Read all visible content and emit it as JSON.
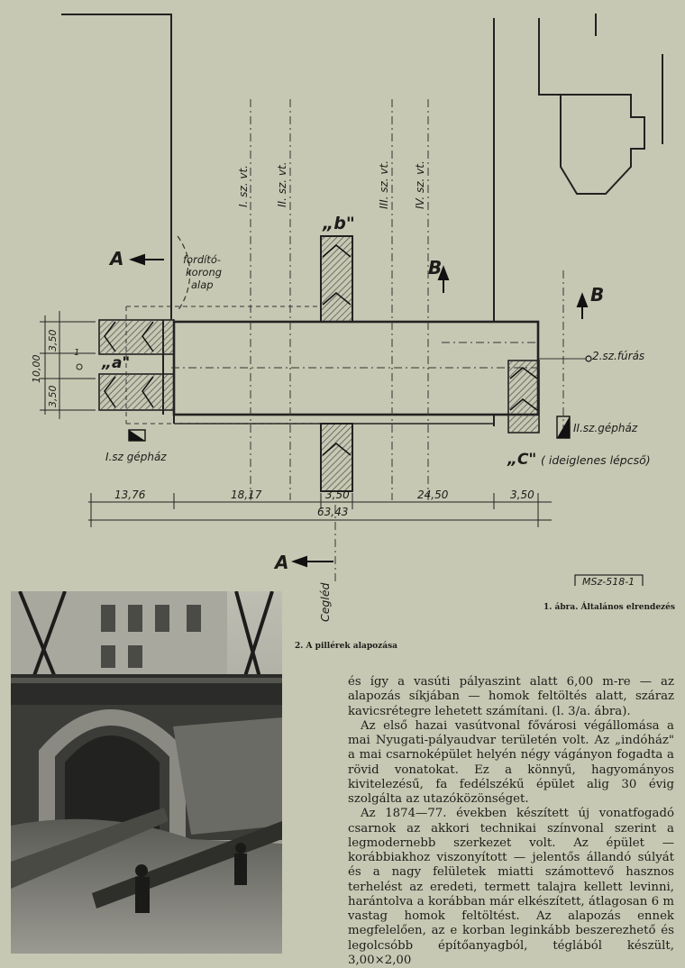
{
  "plan": {
    "track_labels": [
      "I. sz. vt.",
      "II. sz. vt.",
      "III. sz. vt.",
      "IV. sz. vt."
    ],
    "section_a": "A",
    "section_b": "B",
    "turntable_label": [
      "fordító-",
      "korong",
      "alap"
    ],
    "label_a": "„a\"",
    "label_b": "„b\"",
    "label_c": "„C\"",
    "label_c_note": "( ideiglenes lépcső)",
    "boring_label": "2.sz.fúrás",
    "engine_house_1": "I.sz gépház",
    "engine_house_2": "II.sz.gépház",
    "vertical_dims": [
      "3,50",
      "10,00",
      "3,50"
    ],
    "axis_marker": "1",
    "dims": [
      "13,76",
      "18,17",
      "3,50",
      "24,50",
      "3,50"
    ],
    "total_dim": "63,43",
    "direction": "Cegléd",
    "standard_ref": "MSz-518-1",
    "colors": {
      "background": "#c7c8b3",
      "ink": "#1d1d1a",
      "hatch": "#3a3a36"
    }
  },
  "figure1_caption": "1. ábra. Általános elrendezés",
  "figure2_caption": "2. A pillérek alapozása",
  "body_paragraphs": [
    "és így a vasúti pályaszint alatt 6,00 m-re — az alapozás síkjában — homok feltöltés alatt, száraz kavicsrétegre lehetett számítani. (l. 3/a. ábra).",
    "Az első hazai vasútvonal fővárosi végállomása a mai Nyugati-pályaudvar területén volt. Az „indóház\" a mai csarnoképület helyén négy vágányon fogadta a rövid vonatokat. Ez a könnyű, hagyományos kivitelezésű, fa fedélszékű épület alig 30 évig szolgálta az utazóközönséget.",
    "Az 1874—77. években készített új vonatfogadó csarnok az akkori technikai színvonal szerint a legmodernebb szerkezet volt. Az épület — korábbiakhoz viszonyított — jelentős állandó súlyát és a nagy felületek miatti számottevő hasznos terhelést az eredeti, termett talajra kellett levinni, harántolva a korábban már elkészített, átlagosan 6 m vastag homok feltöltést. Az alapozás ennek megfelelően, az e korban leginkább beszerezhető és legolcsóbb építőanyagból, téglából készült, 3,00×2,00"
  ]
}
